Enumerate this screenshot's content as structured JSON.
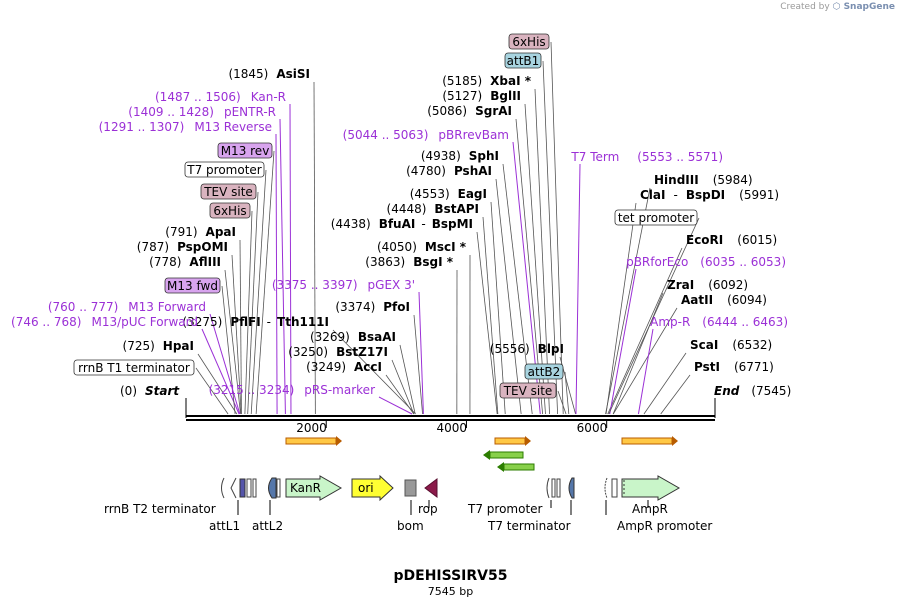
{
  "credit": {
    "prefix": "Created by",
    "app": "SnapGene"
  },
  "plasmid": {
    "name": "pDEHISSIRV55",
    "length_label": "7545 bp",
    "length": 7545
  },
  "ruler": {
    "ticks": [
      {
        "bp": 2000,
        "label": "2000"
      },
      {
        "bp": 4000,
        "label": "4000"
      },
      {
        "bp": 6000,
        "label": "6000"
      }
    ]
  },
  "ends": [
    {
      "pos_label": "(0)",
      "name": "Start"
    },
    {
      "pos_label": "(7545)",
      "name": "End"
    }
  ],
  "sites": [
    {
      "bp": 1845,
      "pos_label": "(1845)",
      "name": "AsiSI"
    },
    {
      "bp": 791,
      "pos_label": "(791)",
      "name": "ApaI"
    },
    {
      "bp": 787,
      "pos_label": "(787)",
      "name": "PspOMI"
    },
    {
      "bp": 778,
      "pos_label": "(778)",
      "name": "AflIII"
    },
    {
      "bp": 725,
      "pos_label": "(725)",
      "name": "HpaI"
    },
    {
      "bp": 3275,
      "pos_label": "(3275)",
      "name": "PflFI",
      "extra": "Tth111I"
    },
    {
      "bp": 3374,
      "pos_label": "(3374)",
      "name": "PfoI"
    },
    {
      "bp": 3269,
      "pos_label": "(3269)",
      "name": "BsaAI"
    },
    {
      "bp": 3250,
      "pos_label": "(3250)",
      "name": "BstZ17I"
    },
    {
      "bp": 3249,
      "pos_label": "(3249)",
      "name": "AccI"
    },
    {
      "bp": 5185,
      "pos_label": "(5185)",
      "name": "XbaI *"
    },
    {
      "bp": 5127,
      "pos_label": "(5127)",
      "name": "BglII"
    },
    {
      "bp": 5086,
      "pos_label": "(5086)",
      "name": "SgrAI"
    },
    {
      "bp": 4938,
      "pos_label": "(4938)",
      "name": "SphI"
    },
    {
      "bp": 4780,
      "pos_label": "(4780)",
      "name": "PshAI"
    },
    {
      "bp": 4553,
      "pos_label": "(4553)",
      "name": "EagI"
    },
    {
      "bp": 4448,
      "pos_label": "(4448)",
      "name": "BstAPI"
    },
    {
      "bp": 4438,
      "pos_label": "(4438)",
      "name": "BfuAI",
      "extra": "BspMI"
    },
    {
      "bp": 4050,
      "pos_label": "(4050)",
      "name": "MscI *"
    },
    {
      "bp": 3863,
      "pos_label": "(3863)",
      "name": "BsgI *"
    },
    {
      "bp": 5556,
      "pos_label": "(5556)",
      "name": "BlpI"
    },
    {
      "bp": 5984,
      "pos_label": "(5984)",
      "name": "HindIII"
    },
    {
      "bp": 5991,
      "pos_label": "(5991)",
      "name": "ClaI",
      "extra": "BspDI"
    },
    {
      "bp": 6015,
      "pos_label": "(6015)",
      "name": "EcoRI"
    },
    {
      "bp": 6092,
      "pos_label": "(6092)",
      "name": "ZraI"
    },
    {
      "bp": 6094,
      "pos_label": "(6094)",
      "name": "AatII"
    },
    {
      "bp": 6532,
      "pos_label": "(6532)",
      "name": "ScaI"
    },
    {
      "bp": 6771,
      "pos_label": "(6771)",
      "name": "PstI"
    }
  ],
  "primers": [
    {
      "bp": 1497,
      "range": "(1487 .. 1506)",
      "name": "Kan-R"
    },
    {
      "bp": 1418,
      "range": "(1409 .. 1428)",
      "name": "pENTR-R"
    },
    {
      "bp": 1299,
      "range": "(1291 .. 1307)",
      "name": "M13 Reverse"
    },
    {
      "bp": 768,
      "range": "(760 .. 777)",
      "name": "M13 Forward"
    },
    {
      "bp": 757,
      "range": "(746 .. 768)",
      "name": "M13/pUC Forward"
    },
    {
      "bp": 3386,
      "range": "(3375 .. 3397)",
      "name": "pGEX 3'"
    },
    {
      "bp": 3224,
      "range": "(3215 .. 3234)",
      "name": "pRS-marker"
    },
    {
      "bp": 5053,
      "range": "(5044 .. 5063)",
      "name": "pBRrevBam"
    },
    {
      "bp": 5562,
      "range": "(5553 .. 5571)",
      "name": "T7 Term"
    },
    {
      "bp": 6044,
      "range": "(6035 .. 6053)",
      "name": "pBRforEco"
    },
    {
      "bp": 6453,
      "range": "(6444 .. 6463)",
      "name": "Amp-R"
    }
  ],
  "boxed_features": [
    {
      "bp": 1000,
      "label": "M13 rev",
      "color": "#d8a4ee"
    },
    {
      "bp": 930,
      "label": "T7 promoter",
      "color": "#ffffff"
    },
    {
      "bp": 880,
      "label": "TEV site",
      "color": "#d9b3bf"
    },
    {
      "bp": 840,
      "label": "6xHis",
      "color": "#d9b3bf"
    },
    {
      "bp": 700,
      "label": "M13 fwd",
      "color": "#d8a4ee"
    },
    {
      "bp": 600,
      "label": "rrnB T1 terminator",
      "color": "#ffffff"
    },
    {
      "bp": 5380,
      "label": "6xHis",
      "color": "#d9b3bf"
    },
    {
      "bp": 5300,
      "label": "attB1",
      "color": "#a8d4e0"
    },
    {
      "bp": 5420,
      "label": "TEV site",
      "color": "#d9b3bf"
    },
    {
      "bp": 5460,
      "label": "attB2",
      "color": "#a8d4e0"
    },
    {
      "bp": 6030,
      "label": "tet promoter",
      "color": "#ffffff"
    }
  ],
  "features": [
    {
      "label": "KanR",
      "kind": "arrow",
      "color": "#c9f5c9"
    },
    {
      "label": "ori",
      "kind": "arrow",
      "color": "#ffff33"
    },
    {
      "label": "AmpR",
      "kind": "arrow",
      "color": "#c9f5c9"
    }
  ],
  "feature_labels": {
    "rrnb_t2": "rrnB T2 terminator",
    "attl1": "attL1",
    "attl2": "attL2",
    "bom": "bom",
    "rop": "rop",
    "t7_promoter": "T7 promoter",
    "t7_terminator": "T7 terminator",
    "ampr": "AmpR",
    "ampr_promoter": "AmpR promoter"
  },
  "colors": {
    "enzyme_text": "#000000",
    "primer_text": "#9b30d6",
    "orf_fill": "#ffc845",
    "orf_border": "#b85c00",
    "orf_rev_fill": "#88d04a",
    "orf_rev_border": "#2c7d00"
  }
}
